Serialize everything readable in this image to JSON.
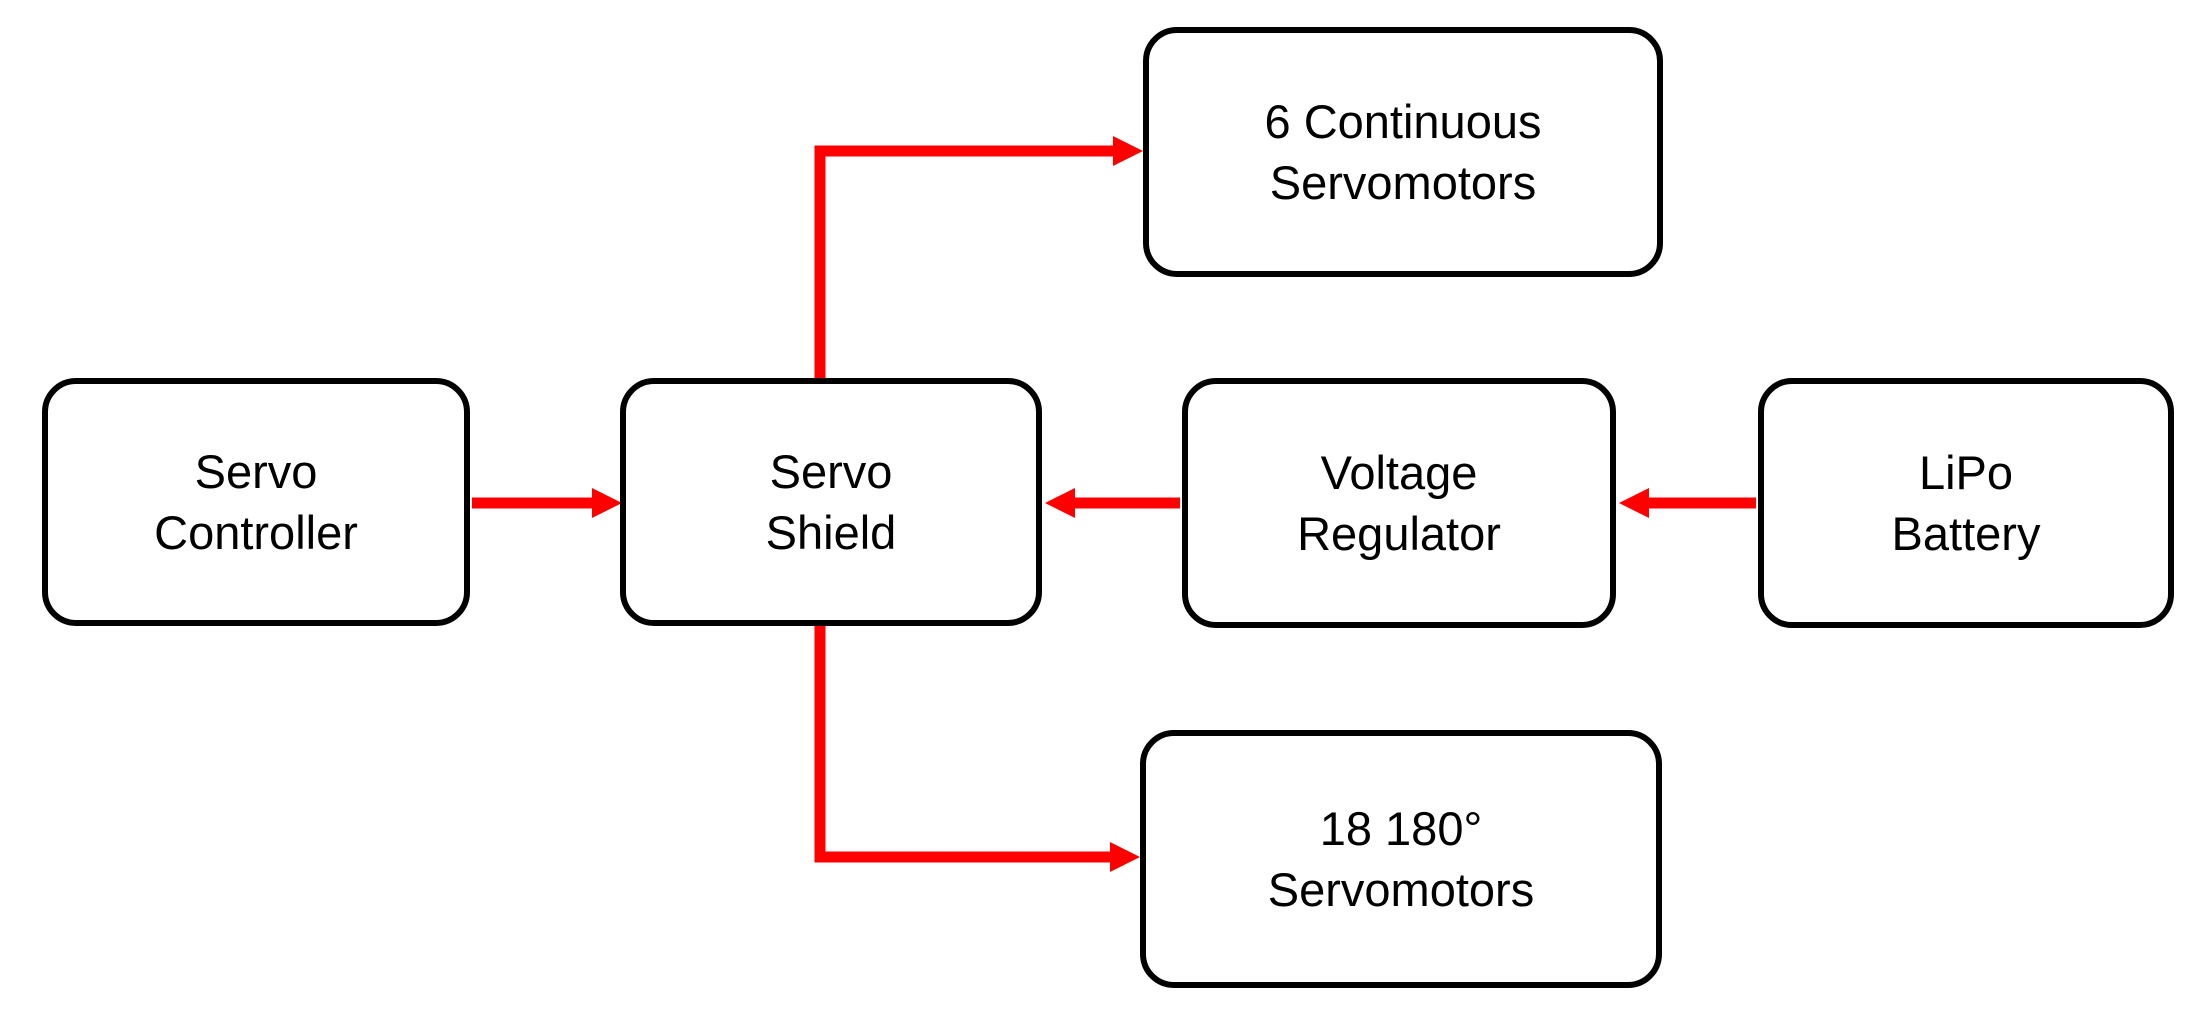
{
  "diagram": {
    "nodes": [
      {
        "id": "servo-controller",
        "label": "Servo\nController"
      },
      {
        "id": "servo-shield",
        "label": "Servo\nShield"
      },
      {
        "id": "voltage-regulator",
        "label": "Voltage\nRegulator"
      },
      {
        "id": "lipo-battery",
        "label": "LiPo\nBattery"
      },
      {
        "id": "continuous-servomotors",
        "label": "6 Continuous\nServomotors"
      },
      {
        "id": "servomotors-180",
        "label": "18 180°\nServomotors"
      }
    ],
    "edges": [
      {
        "from": "servo-controller",
        "to": "servo-shield",
        "style": "straight-right"
      },
      {
        "from": "voltage-regulator",
        "to": "servo-shield",
        "style": "straight-left"
      },
      {
        "from": "lipo-battery",
        "to": "voltage-regulator",
        "style": "straight-left"
      },
      {
        "from": "servo-shield",
        "to": "continuous-servomotors",
        "style": "elbow-up-right"
      },
      {
        "from": "servo-shield",
        "to": "servomotors-180",
        "style": "elbow-down-right"
      }
    ]
  },
  "colors": {
    "arrow": "#ff0000",
    "box_border": "#000000",
    "box_fill": "#ffffff",
    "text": "#000000",
    "background": "#ffffff"
  }
}
